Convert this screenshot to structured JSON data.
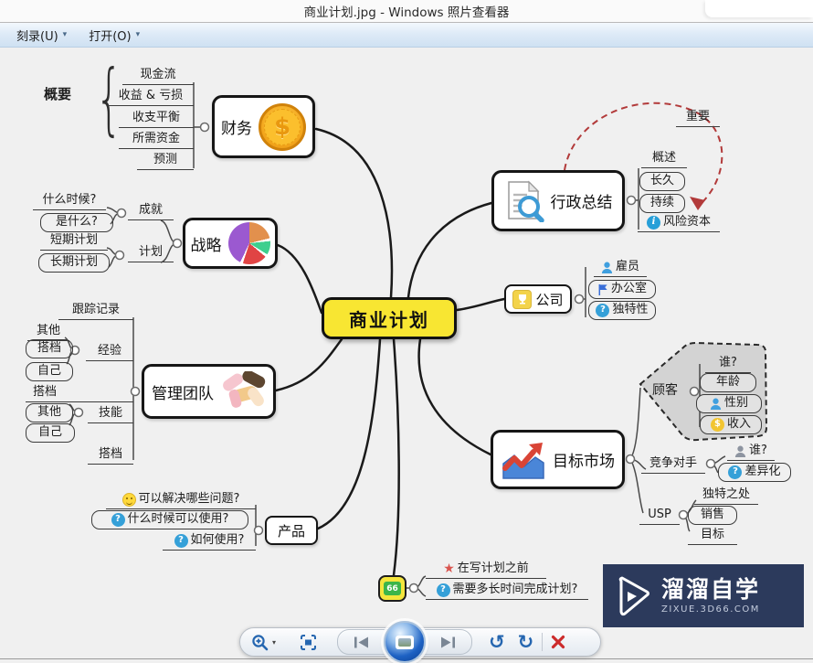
{
  "window_title": "商业计划.jpg - Windows 照片查看器",
  "menu": {
    "burn": "刻录(U)",
    "open": "打开(O)",
    "caret": "▾"
  },
  "map": {
    "center": "商业计划",
    "overview": {
      "label": "概要",
      "brace": "{",
      "items": [
        "现金流",
        "收益 & 亏损",
        "收支平衡",
        "所需资金",
        "预测"
      ]
    },
    "finance": {
      "title": "财务",
      "coin": "$"
    },
    "executive": {
      "title": "行政总结",
      "items": [
        "概述",
        "长久",
        "持续",
        "风险资本"
      ],
      "important": "重要"
    },
    "strategy": {
      "title": "战略",
      "achieve": {
        "label": "成就",
        "items": [
          "什么时候?",
          "是什么?"
        ]
      },
      "plan": {
        "label": "计划",
        "items": [
          "短期计划",
          "长期计划"
        ]
      }
    },
    "company": {
      "title": "公司",
      "items": [
        "雇员",
        "办公室",
        "独特性"
      ]
    },
    "team": {
      "title": "管理团队",
      "track": "跟踪记录",
      "experience": {
        "label": "经验",
        "items": [
          "其他",
          "搭档",
          "自己"
        ]
      },
      "partner": "搭档",
      "skills": {
        "label": "技能",
        "items": [
          "其他",
          "自己"
        ]
      },
      "partner2": "搭档"
    },
    "market": {
      "title": "目标市场",
      "customer": {
        "label": "顾客",
        "items": [
          "谁?",
          "年龄",
          "性别",
          "收入"
        ]
      },
      "competitor": {
        "label": "竞争对手",
        "items": [
          "谁?",
          "差异化"
        ]
      },
      "usp": {
        "label": "USP",
        "items": [
          "独特之处",
          "销售",
          "目标"
        ]
      }
    },
    "product": {
      "title": "产品",
      "items": [
        "可以解决哪些问题?",
        "什么时候可以使用?",
        "如何使用?"
      ]
    },
    "note": {
      "quote": "66",
      "items": [
        "在写计划之前",
        "需要多长时间完成计划?"
      ]
    }
  },
  "toolbar": {
    "zoom_caret": "▾",
    "rotate_ccw": "↺",
    "rotate_cw": "↻"
  },
  "watermark": {
    "name": "溜溜自学",
    "site": "ZIXUE.3D66.COM"
  },
  "colors": {
    "center_yellow": "#f8e632",
    "arrow_red": "#b23a3a",
    "toolbar_blue": "#2566b0",
    "watermark_navy": "#2c3a5c"
  }
}
